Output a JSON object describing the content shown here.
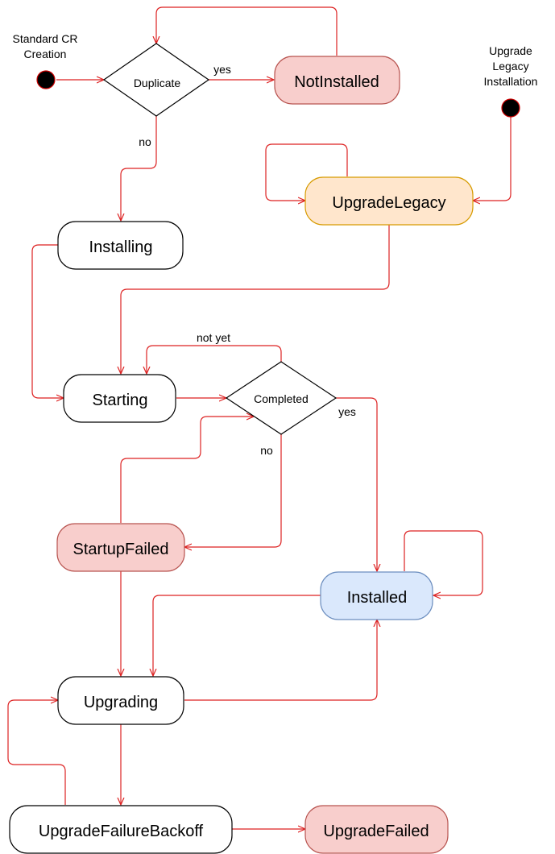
{
  "colors": {
    "edge": "#dd2222",
    "state_border": "#000000",
    "failed_fill": "#f8cecc",
    "failed_border": "#b85450",
    "legacy_fill": "#ffe6cc",
    "legacy_border": "#d79b00",
    "installed_fill": "#dae8fc",
    "installed_border": "#6c8ebf",
    "start_dot_fill": "#000000",
    "start_dot_border": "#cc0000"
  },
  "start_points": {
    "standard": [
      "Standard CR",
      "Creation"
    ],
    "legacy": [
      "Upgrade",
      "Legacy",
      "Installation"
    ]
  },
  "decisions": {
    "duplicate": "Duplicate",
    "completed": "Completed"
  },
  "states": {
    "not_installed": "NotInstalled",
    "upgrade_legacy": "UpgradeLegacy",
    "installing": "Installing",
    "starting": "Starting",
    "startup_failed": "StartupFailed",
    "installed": "Installed",
    "upgrading": "Upgrading",
    "upgrade_failure_backoff": "UpgradeFailureBackoff",
    "upgrade_failed": "UpgradeFailed"
  },
  "edge_labels": {
    "duplicate_yes": "yes",
    "duplicate_no": "no",
    "completed_not_yet": "not yet",
    "completed_yes": "yes",
    "completed_no": "no"
  }
}
